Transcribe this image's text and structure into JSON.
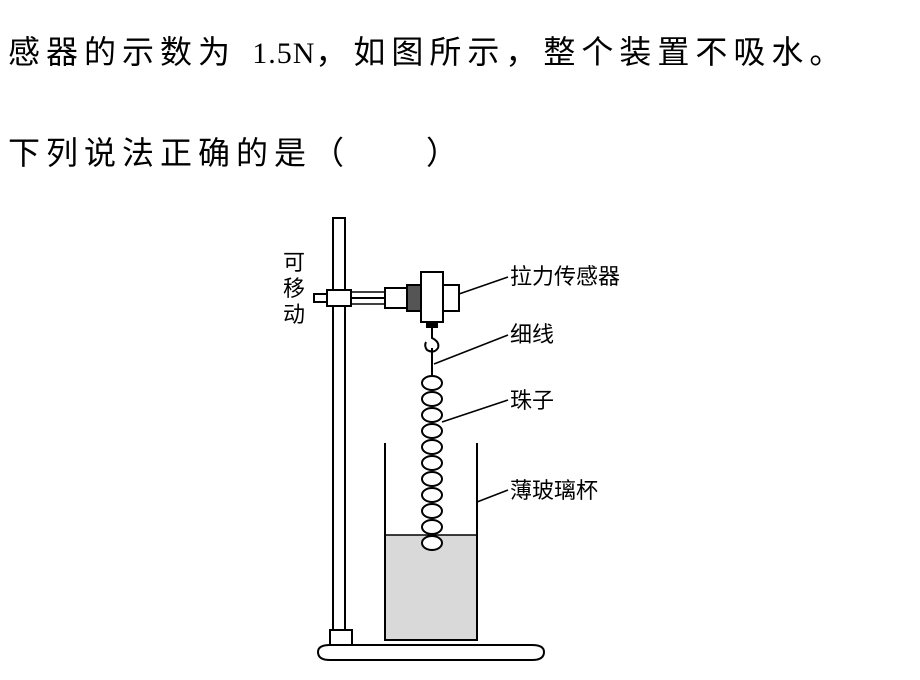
{
  "text": {
    "line1_a": "感器的示数为",
    "line1_num": "1.5N",
    "line1_b": "，如图所示，整个装置不吸水。",
    "line2": "下列说法正确的是（　　）"
  },
  "diagram": {
    "labels": {
      "movable_1": "可",
      "movable_2": "移",
      "movable_3": "动",
      "sensor": "拉力传感器",
      "thread": "细线",
      "beads": "珠子",
      "cup": "薄玻璃杯"
    },
    "colors": {
      "water": "#d9d9d9",
      "stroke": "#000000"
    }
  }
}
